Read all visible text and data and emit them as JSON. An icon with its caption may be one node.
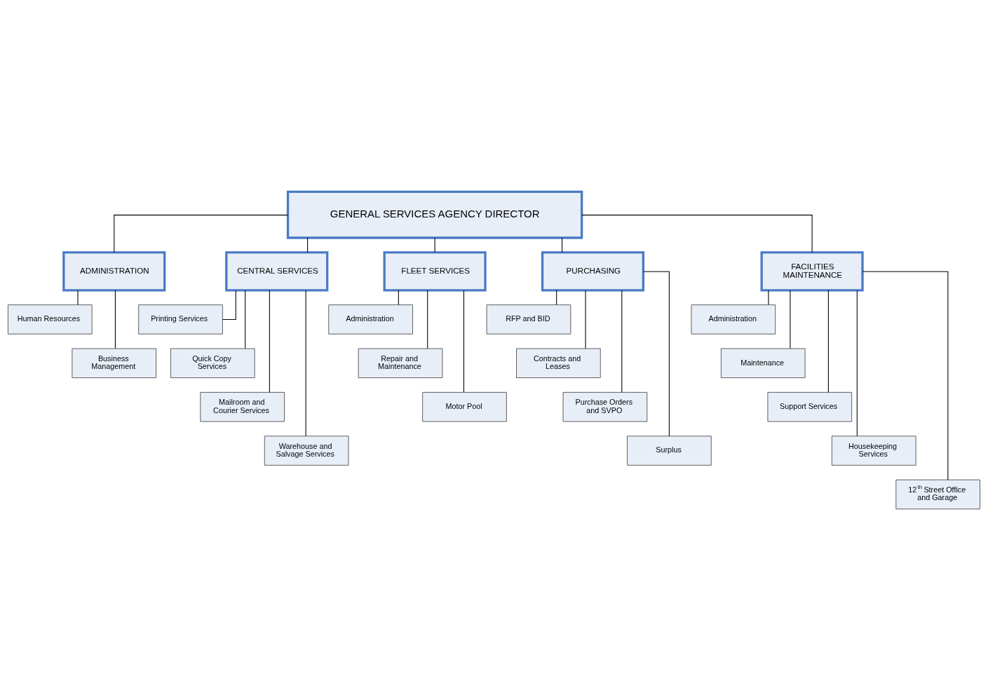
{
  "diagram": {
    "nodes": [
      {
        "text": [
          "GENERAL SERVICES AGENCY DIRECTOR"
        ]
      },
      {
        "text": [
          "ADMINISTRATION"
        ]
      },
      {
        "text": [
          "Human Resources"
        ]
      },
      {
        "text": [
          "Business Management"
        ]
      },
      {
        "text": [
          "CENTRAL SERVICES"
        ]
      },
      {
        "text": [
          "Printing Services"
        ]
      },
      {
        "text": [
          "Quick Copy Services"
        ]
      },
      {
        "text": [
          "Mailroom and Courier Services"
        ]
      },
      {
        "text": [
          "Warehouse and Salvage Services"
        ]
      },
      {
        "text": [
          "FLEET SERVICES"
        ]
      },
      {
        "text": [
          "Administration"
        ]
      },
      {
        "text": [
          "Repair and Maintenance"
        ]
      },
      {
        "text": [
          "Motor Pool"
        ]
      },
      {
        "text": [
          "PURCHASING"
        ]
      },
      {
        "text": [
          "RFP and BID"
        ]
      },
      {
        "text": [
          "Contracts and Leases"
        ]
      },
      {
        "text": [
          "Purchase Orders and SVPO"
        ]
      },
      {
        "text": [
          "Surplus"
        ]
      },
      {
        "text": [
          "FACILITIES MAINTENANCE"
        ]
      },
      {
        "text": [
          "Administration"
        ]
      },
      {
        "text": [
          "Maintenance"
        ]
      },
      {
        "text": [
          "Support Services"
        ]
      },
      {
        "text": [
          "Housekeeping Services"
        ]
      },
      {
        "text": [
          "12$^{th}$ Street Office and Garage"
        ]
      }
    ],
    "edges": [
      {
        "from": 0,
        "to": 1,
        "arrow": "none"
      },
      {
        "from": 0,
        "to": 4,
        "arrow": "none"
      },
      {
        "from": 0,
        "to": 9,
        "arrow": "none"
      },
      {
        "from": 0,
        "to": 13,
        "arrow": "none"
      },
      {
        "from": 0,
        "to": 18,
        "arrow": "none"
      },
      {
        "from": 1,
        "to": 2,
        "arrow": "none"
      },
      {
        "from": 1,
        "to": 3,
        "arrow": "none"
      },
      {
        "from": 4,
        "to": 5,
        "arrow": "none"
      },
      {
        "from": 4,
        "to": 6,
        "arrow": "none"
      },
      {
        "from": 4,
        "to": 7,
        "arrow": "none"
      },
      {
        "from": 4,
        "to": 8,
        "arrow": "none"
      },
      {
        "from": 9,
        "to": 10,
        "arrow": "none"
      },
      {
        "from": 9,
        "to": 11,
        "arrow": "none"
      },
      {
        "from": 9,
        "to": 12,
        "arrow": "none"
      },
      {
        "from": 13,
        "to": 14,
        "arrow": "none"
      },
      {
        "from": 13,
        "to": 15,
        "arrow": "none"
      },
      {
        "from": 13,
        "to": 16,
        "arrow": "none"
      },
      {
        "from": 13,
        "to": 17,
        "arrow": "none"
      },
      {
        "from": 18,
        "to": 19,
        "arrow": "none"
      },
      {
        "from": 18,
        "to": 20,
        "arrow": "none"
      },
      {
        "from": 18,
        "to": 21,
        "arrow": "none"
      },
      {
        "from": 18,
        "to": 22,
        "arrow": "none"
      },
      {
        "from": 18,
        "to": 23,
        "arrow": "none"
      }
    ]
  }
}
